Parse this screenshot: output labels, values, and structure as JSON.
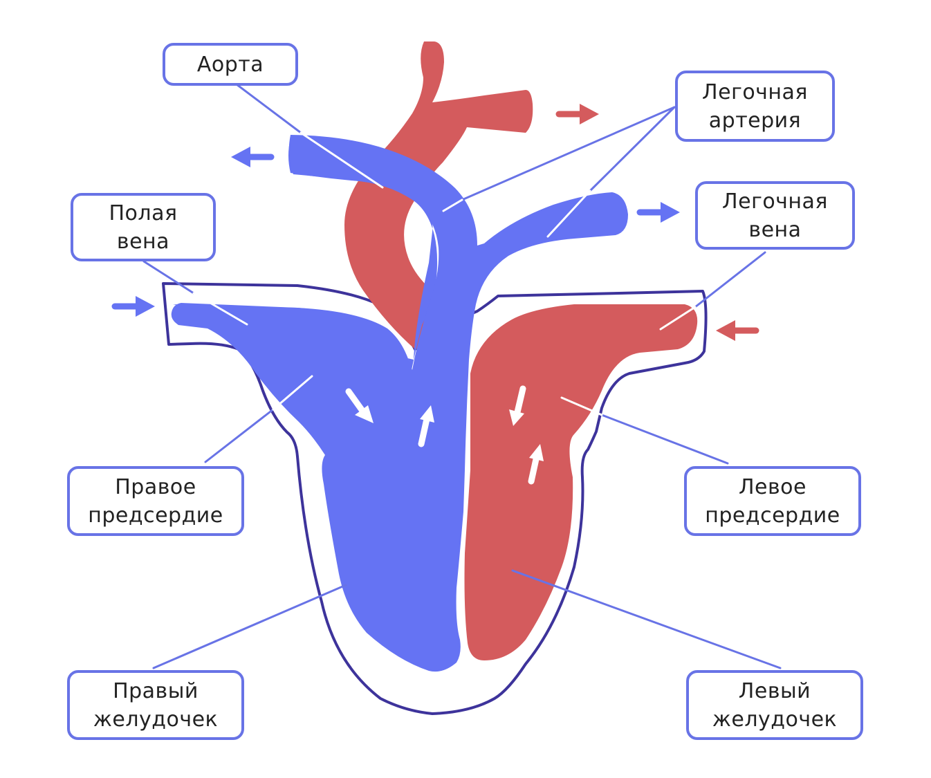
{
  "colors": {
    "venous_blue": "#6573f3",
    "arterial_red": "#d45b5d",
    "outline": "#3d339b",
    "label_border": "#6873e6",
    "flow_arrow_white": "#ffffff"
  },
  "labels": {
    "aorta": "Аорта",
    "pulmonary_artery": "Легочная\nартерия",
    "vena_cava": "Полая\nвена",
    "pulmonary_vein": "Легочная\nвена",
    "right_atrium": "Правое\nпредсердие",
    "left_atrium": "Левое\nпредсердие",
    "right_ventricle": "Правый\nжелудочек",
    "left_ventricle": "Левый\nжелудочек"
  }
}
